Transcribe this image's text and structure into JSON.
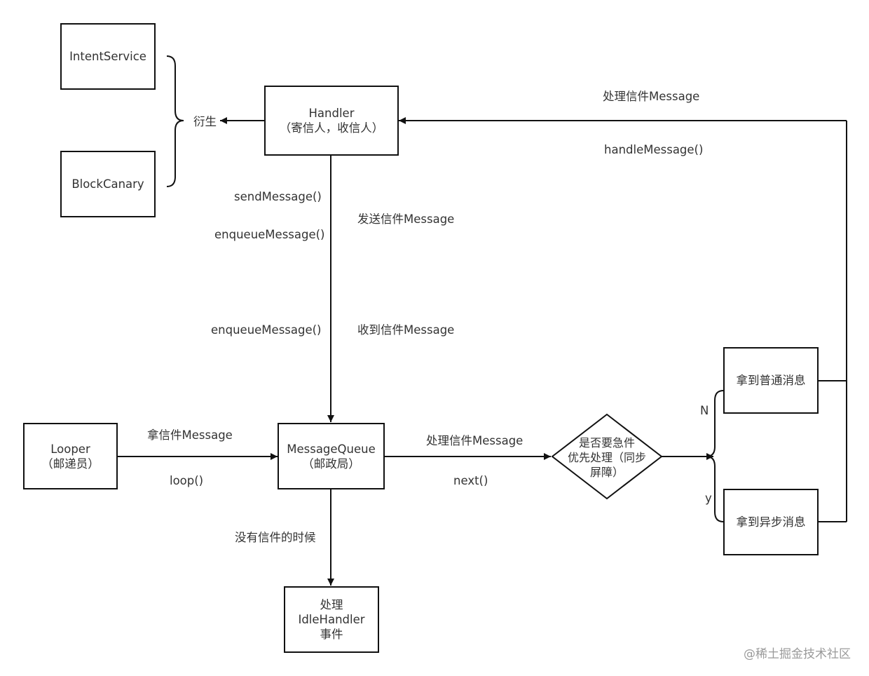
{
  "nodes": {
    "intent_service": "IntentService",
    "block_canary": "BlockCanary",
    "handler": {
      "line1": "Handler",
      "line2": "（寄信人，收信人）"
    },
    "looper": {
      "line1": "Looper",
      "line2": "（邮递员）"
    },
    "message_queue": {
      "line1": "MessageQueue",
      "line2": "（邮政局）"
    },
    "idle_handler": {
      "line1": "处理",
      "line2": "IdleHandler",
      "line3": "事件"
    },
    "decision": {
      "line1": "是否要急件",
      "line2": "优先处理（同步",
      "line3": "屏障）"
    },
    "normal_msg": "拿到普通消息",
    "async_msg": "拿到异步消息"
  },
  "labels": {
    "derive": "衍生",
    "send_message": "sendMessage()",
    "enqueue_message_1": "enqueueMessage()",
    "send_letter": "发送信件Message",
    "enqueue_message_2": "enqueueMessage()",
    "receive_letter": "收到信件Message",
    "take_letter": "拿信件Message",
    "loop": "loop()",
    "process_letter_mid": "处理信件Message",
    "next": "next()",
    "no_letter": "没有信件的时候",
    "process_letter_top": "处理信件Message",
    "handle_message": "handleMessage()",
    "branch_n": "N",
    "branch_y": "y"
  },
  "watermark": "@稀土掘金技术社区",
  "colors": {
    "line": "#111111",
    "text": "#333333",
    "watermark": "#9a9a9a",
    "background": "#ffffff"
  }
}
